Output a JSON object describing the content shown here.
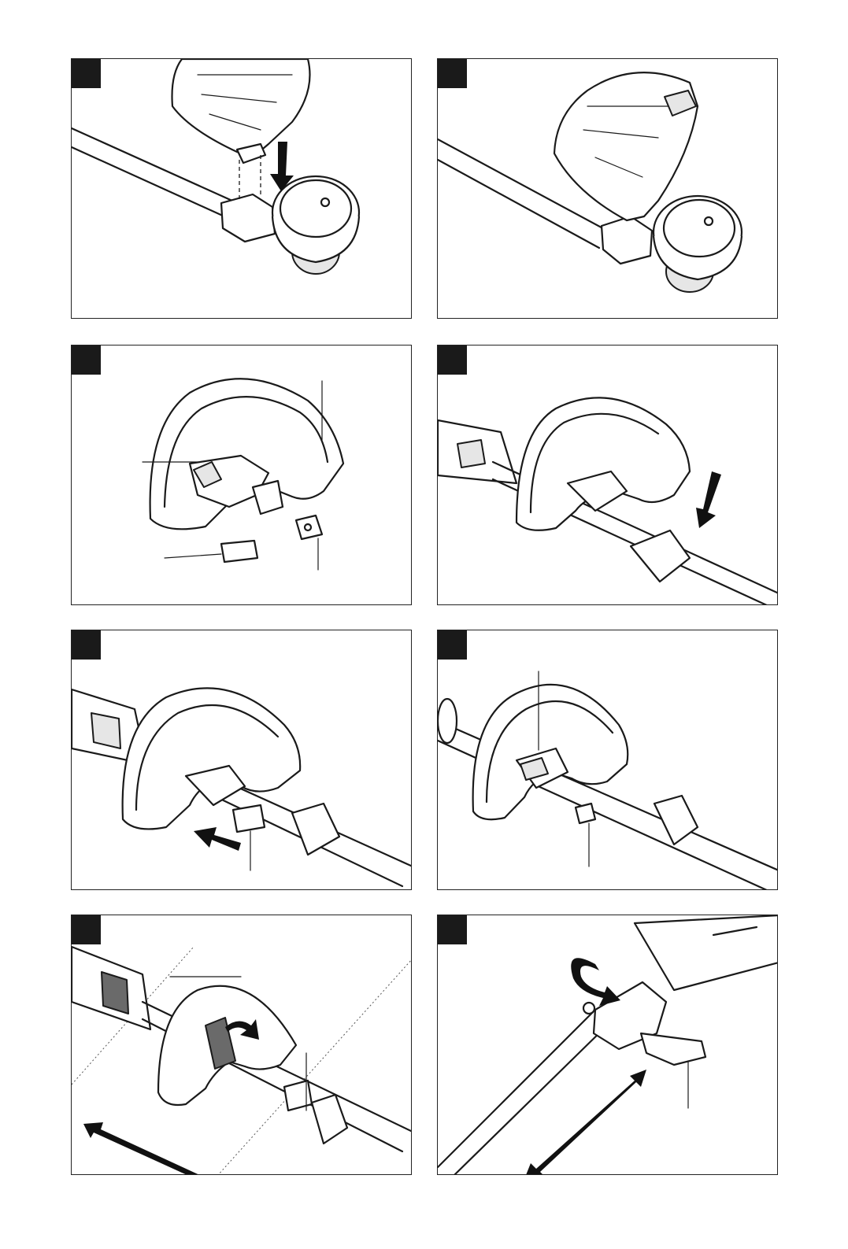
{
  "page": {
    "figures": [
      {
        "id": "fig-1",
        "icon": "trimmer-guard-attach-illustration"
      },
      {
        "id": "fig-2",
        "icon": "trimmer-guard-mounted-illustration"
      },
      {
        "id": "fig-3",
        "icon": "auxiliary-handle-parts-illustration"
      },
      {
        "id": "fig-4",
        "icon": "handle-onto-shaft-illustration"
      },
      {
        "id": "fig-5",
        "icon": "handle-slide-clamp-illustration"
      },
      {
        "id": "fig-6",
        "icon": "handle-fastened-illustration"
      },
      {
        "id": "fig-7",
        "icon": "handle-position-adjust-illustration"
      },
      {
        "id": "fig-8",
        "icon": "shaft-rotate-lock-illustration"
      }
    ],
    "colors": {
      "line": "#1a1a1a",
      "badge": "#1a1a1a",
      "background": "#ffffff"
    }
  }
}
